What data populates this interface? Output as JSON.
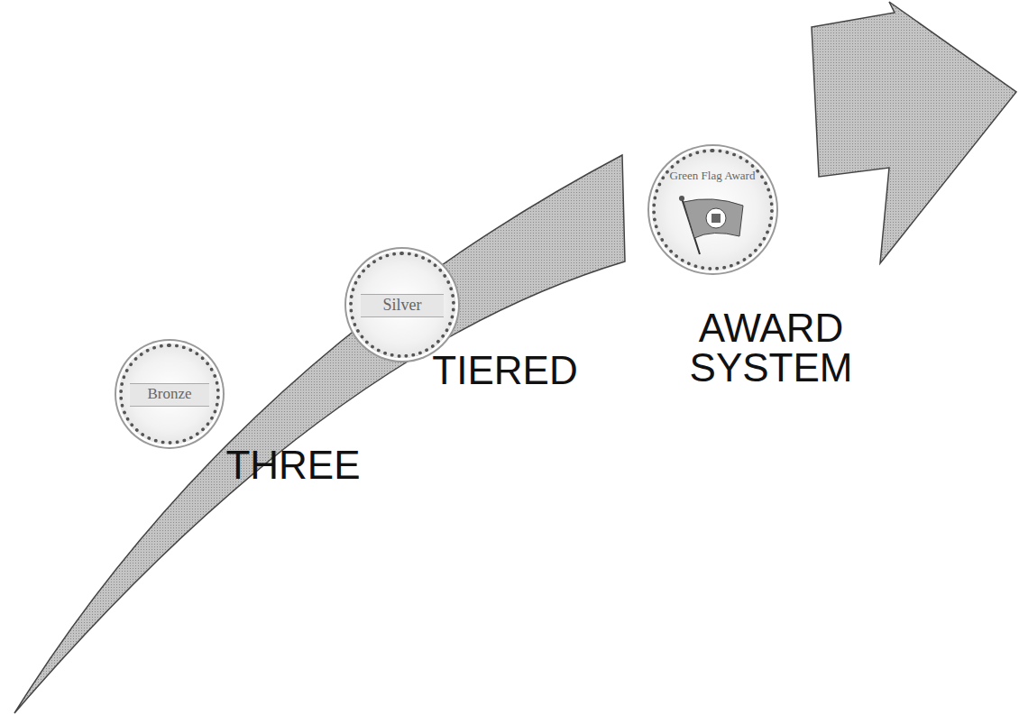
{
  "diagram": {
    "nodes": [
      {
        "text": [
          "Bronze"
        ]
      },
      {
        "text": [
          "Silver"
        ]
      },
      {
        "text": [
          "Green Flag Award"
        ]
      }
    ],
    "labels": [
      "THREE",
      "TIERED",
      "AWARD SYSTEM"
    ]
  }
}
